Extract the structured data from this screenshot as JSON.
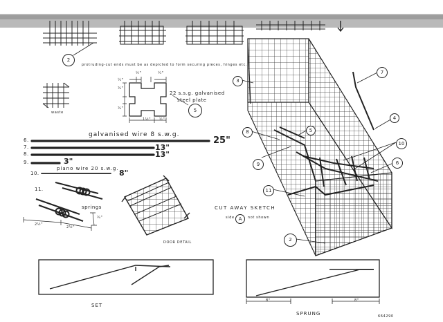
{
  "callouts": {
    "c2_top": "2",
    "c3": "3",
    "c7": "7",
    "c4": "4",
    "c8": "8",
    "c5_box": "5",
    "c10": "10",
    "c6": "6",
    "c9": "9",
    "c11": "11",
    "c2_bottom": "2",
    "c5_plate": "5",
    "cA": "A"
  },
  "notes": {
    "protruding": "protruding-cut ends must be as depicted to form securing pieces, hinges etc.",
    "waste": "waste",
    "plate_line1": "22 s.s.g. galvanised",
    "plate_line2": "steel plate",
    "plate_dim_top1": "½\"",
    "plate_dim_top2": "¼\"",
    "plate_dim_left1": "¼\"",
    "plate_dim_left2": "¾\"",
    "plate_dim_left3": "¾\"",
    "plate_dim_bottom1": "1½\"",
    "plate_dim_bottom2": "½\""
  },
  "wires": {
    "galv_title": "galvanised wire 8 s.w.g.",
    "w6_num": "6.",
    "w6_len": "25\"",
    "w7_num": "7.",
    "w7_len": "13\"",
    "w8_num": "8.",
    "w8_len": "13\"",
    "w9_num": "9.",
    "w9_len": "3\"",
    "piano_title": "piano wire 20 s.w.g.",
    "w10_num": "10.",
    "w10_len": "8\""
  },
  "springs": {
    "num": "11.",
    "label": "springs",
    "dim1": "2½\"",
    "dim2": "2½\"",
    "dim3": "¾\""
  },
  "labels": {
    "door_detail": "DOOR DETAIL",
    "cutaway": "CUT AWAY SKETCH",
    "side_a_pre": "side",
    "side_a_post": "not shown",
    "set": "SET",
    "sprung": "SPRUNG",
    "dim_left": "8\"",
    "dim_right": "8\"",
    "ref": "664290"
  }
}
